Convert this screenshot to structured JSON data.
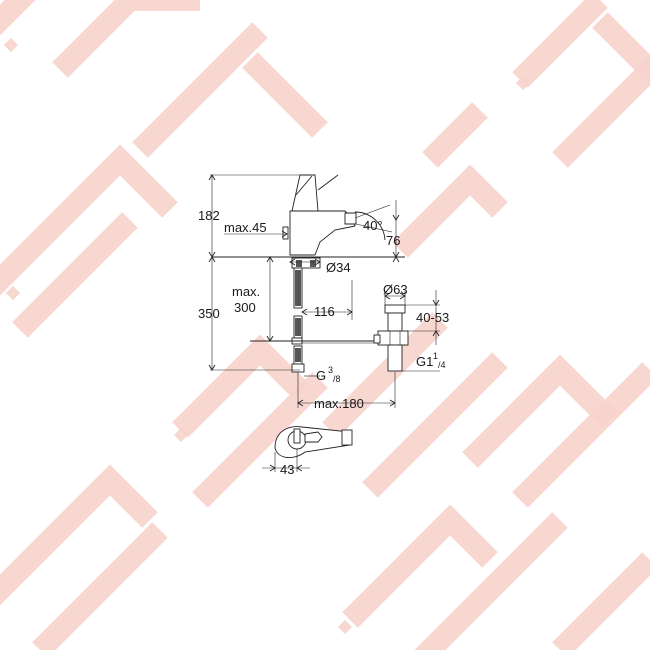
{
  "drawing": {
    "dimensions": {
      "height_top": "182",
      "max_45": "max.45",
      "angle": "40°",
      "spout_76": "76",
      "diameter_34": "Ø34",
      "height_350": "350",
      "max_label": "max.",
      "max_300": "300",
      "dist_116": "116",
      "diameter_63": "Ø63",
      "range_40_53": "40-53",
      "g_prefix_left": "G",
      "g_sup_left": "3",
      "g_sub_left": "/8",
      "g_prefix_right": "G1",
      "g_sup_right": "1",
      "g_sub_right": "/4",
      "max_180": "max.180",
      "width_43": "43"
    },
    "colors": {
      "line": "#222222",
      "watermark": "#f7d3cc"
    }
  }
}
